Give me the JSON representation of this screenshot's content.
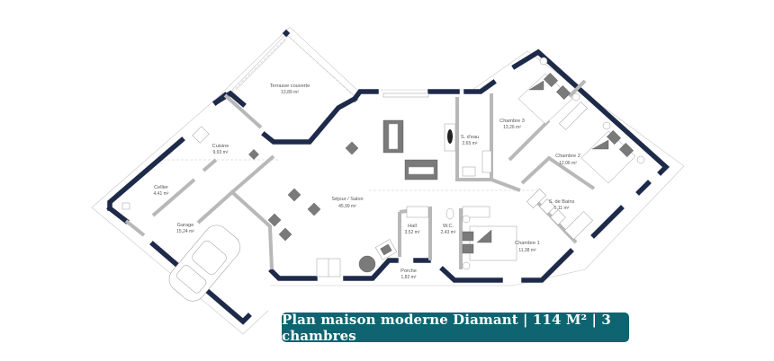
{
  "title_banner": {
    "text": "Plan maison moderne Diamant | 114 M² | 3 chambres",
    "background": "#0e6470",
    "text_color": "#ffffff"
  },
  "colors": {
    "exterior_wall": "#1e2a4a",
    "interior_wall": "#b8b8b8",
    "furniture": "#7a7a7a"
  },
  "rooms": [
    {
      "id": "terrasse",
      "label": "Terrasse couverte",
      "area": "13,89 m²"
    },
    {
      "id": "cuisine",
      "label": "Cuisine",
      "area": "9,93 m²"
    },
    {
      "id": "cellier",
      "label": "Cellier",
      "area": "4,41 m²"
    },
    {
      "id": "garage",
      "label": "Garage",
      "area": "15,24 m²"
    },
    {
      "id": "sejour",
      "label": "Séjour / Salon",
      "area": "45,99 m²"
    },
    {
      "id": "sdeau",
      "label": "S. d'eau",
      "area": "2,65 m²"
    },
    {
      "id": "hall",
      "label": "Hall",
      "area": "3,52 m²"
    },
    {
      "id": "wc",
      "label": "W.C.",
      "area": "2,43 m²"
    },
    {
      "id": "porche",
      "label": "Porche",
      "area": "1,82 m²"
    },
    {
      "id": "chambre3",
      "label": "Chambre 3",
      "area": "13,26 m²"
    },
    {
      "id": "chambre2",
      "label": "Chambre 2",
      "area": "12,06 m²"
    },
    {
      "id": "sdb",
      "label": "S. de Bains",
      "area": "5,11 m²"
    },
    {
      "id": "chambre1",
      "label": "Chambre 1",
      "area": "11,38 m²"
    }
  ]
}
